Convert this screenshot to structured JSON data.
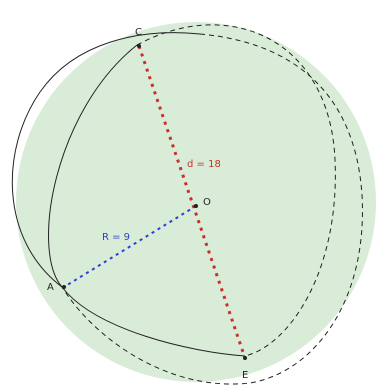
{
  "diagram": {
    "points": {
      "C": "C",
      "O": "O",
      "A": "A",
      "E": "E"
    },
    "labels": {
      "radius": "R = 9",
      "diameter": "d = 18"
    },
    "colors": {
      "sphere_fill": "#d9ecd8",
      "outline": "#222222",
      "radius_line": "#2b3fd6",
      "diameter_line": "#c8312b"
    }
  }
}
